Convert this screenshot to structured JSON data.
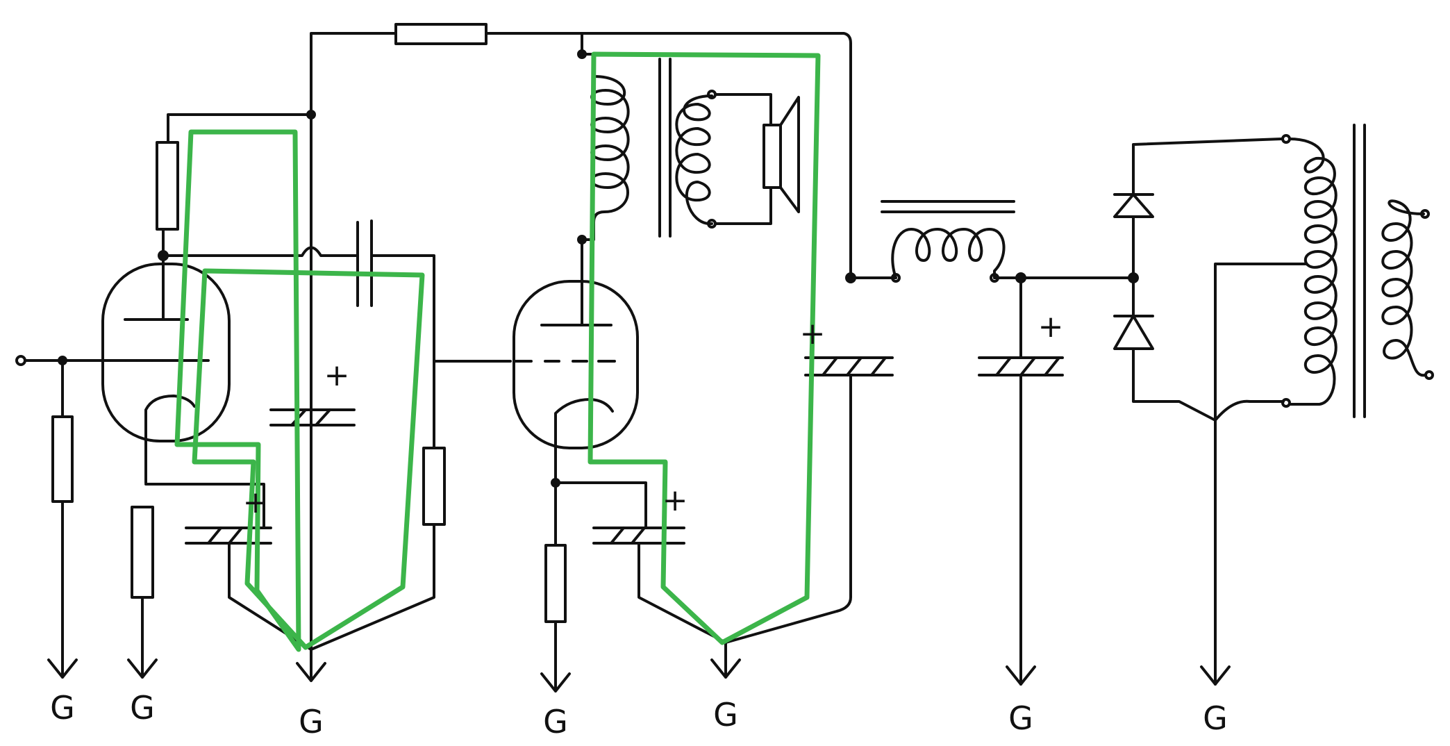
{
  "colors": {
    "ink": "#111111",
    "loop": "#3cb54a",
    "background": "#ffffff"
  },
  "ground_label": "G",
  "polarity_mark": "+",
  "components": {
    "vacuum_tubes": 2,
    "electrolytic_capacitors": 5,
    "diodes": 2,
    "transformers": 2,
    "speaker": 1,
    "ground_terminals": 7
  },
  "highlighted_ground_loops": 3
}
